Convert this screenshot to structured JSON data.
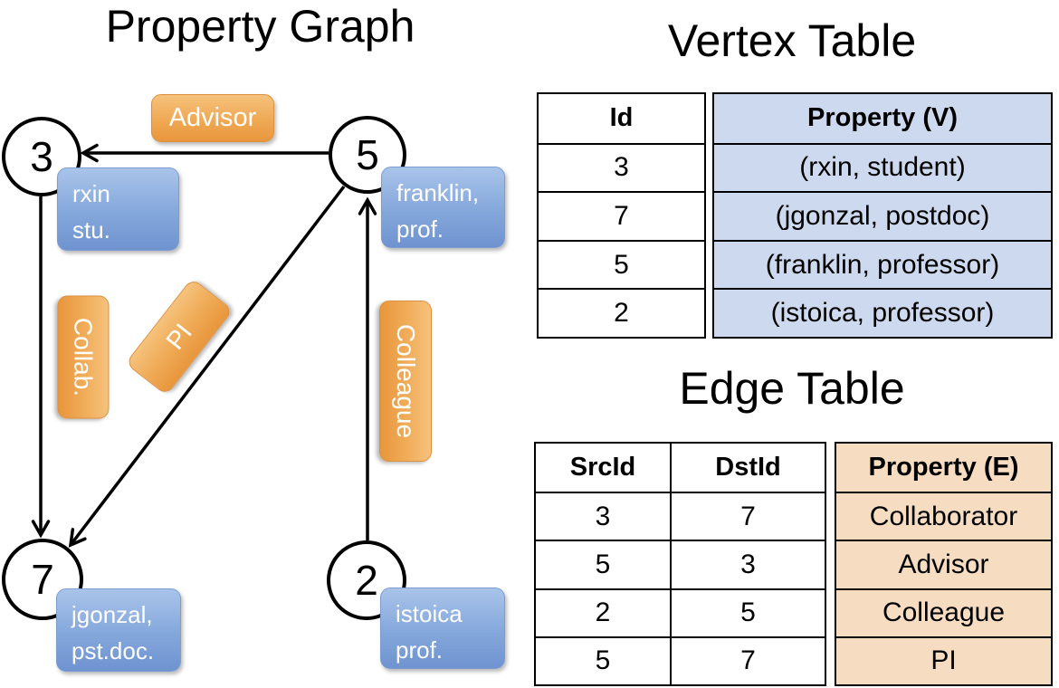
{
  "graph": {
    "title": "Property Graph",
    "nodes": {
      "n3": {
        "id": "3",
        "label": [
          "rxin",
          "stu."
        ]
      },
      "n5": {
        "id": "5",
        "label": [
          "franklin,",
          "prof."
        ]
      },
      "n7": {
        "id": "7",
        "label": [
          "jgonzal,",
          "pst.doc."
        ]
      },
      "n2": {
        "id": "2",
        "label": [
          "istoica",
          "prof."
        ]
      }
    },
    "edges": {
      "advisor": {
        "label": "Advisor"
      },
      "collab": {
        "label": "Collab."
      },
      "pi": {
        "label": "PI"
      },
      "colleague": {
        "label": "Colleague"
      }
    }
  },
  "vertex_table": {
    "title": "Vertex Table",
    "columns": {
      "id": "Id",
      "property": "Property (V)"
    },
    "rows": [
      [
        "3",
        "(rxin, student)"
      ],
      [
        "7",
        "(jgonzal, postdoc)"
      ],
      [
        "5",
        "(franklin, professor)"
      ],
      [
        "2",
        "(istoica, professor)"
      ]
    ]
  },
  "edge_table": {
    "title": "Edge Table",
    "columns": {
      "src": "SrcId",
      "dst": "DstId",
      "property": "Property (E)"
    },
    "rows": [
      [
        "3",
        "7",
        "Collaborator"
      ],
      [
        "5",
        "3",
        "Advisor"
      ],
      [
        "2",
        "5",
        "Colleague"
      ],
      [
        "5",
        "7",
        "PI"
      ]
    ]
  },
  "colors": {
    "node_fill": "#ffffff",
    "node_border": "#000000",
    "edge_line": "#000000",
    "edge_label_orange_top": "#f6c27c",
    "edge_label_orange_bottom": "#e8963c",
    "vertex_label_blue_top": "#a9c4ea",
    "vertex_label_blue_bottom": "#6f93d0",
    "vertex_table_cell_blue": "#cdd9ee",
    "edge_table_cell_tan": "#f6dcc0",
    "label_text_white": "#ffffff"
  }
}
